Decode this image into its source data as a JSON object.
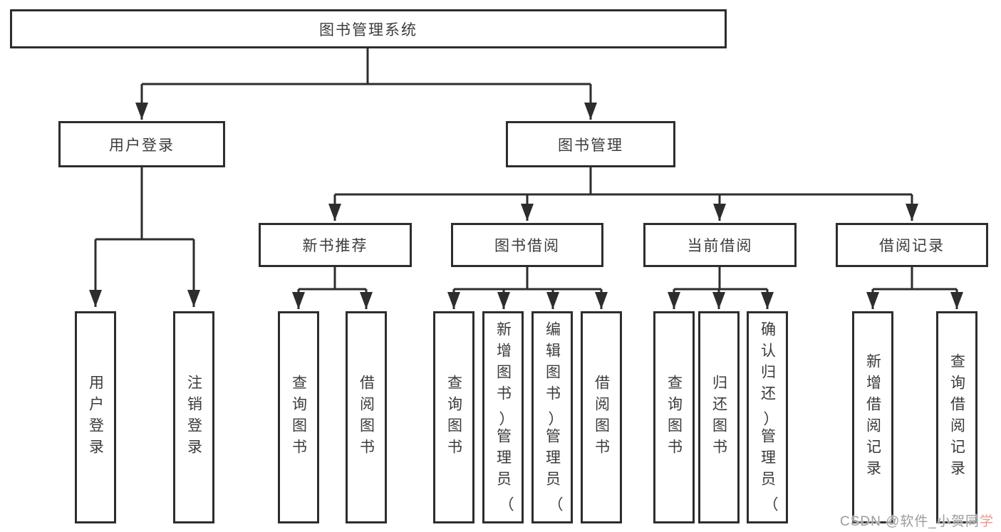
{
  "diagram": {
    "type": "hierarchy-tree",
    "colors": {
      "line": "#2d2d2d",
      "box_border": "#2d2d2d",
      "text": "#3b3b3b",
      "background": "#ffffff",
      "watermark_gray": "#9c9c9c",
      "watermark_pink": "#e39a96"
    }
  },
  "tree": {
    "label": "图书管理系统",
    "children": [
      {
        "label": "用户登录",
        "children": [
          {
            "label": "用户登录"
          },
          {
            "label": "注销登录"
          }
        ]
      },
      {
        "label": "图书管理",
        "children": [
          {
            "label": "新书推荐",
            "children": [
              {
                "label": "查询图书"
              },
              {
                "label": "借阅图书"
              }
            ]
          },
          {
            "label": "图书借阅",
            "children": [
              {
                "label": "查询图书"
              },
              {
                "label": "新增图书（管理员）"
              },
              {
                "label": "编辑图书（管理员）"
              },
              {
                "label": "借阅图书"
              }
            ]
          },
          {
            "label": "当前借阅",
            "children": [
              {
                "label": "查询图书"
              },
              {
                "label": "归还图书"
              },
              {
                "label": "确认归还（管理员）"
              }
            ]
          },
          {
            "label": "借阅记录",
            "children": [
              {
                "label": "新增借阅记录"
              },
              {
                "label": "查询借阅记录"
              }
            ]
          }
        ]
      }
    ]
  },
  "watermark": {
    "text_main": "CSDN @软件_小贺同",
    "text_accent": "学"
  }
}
